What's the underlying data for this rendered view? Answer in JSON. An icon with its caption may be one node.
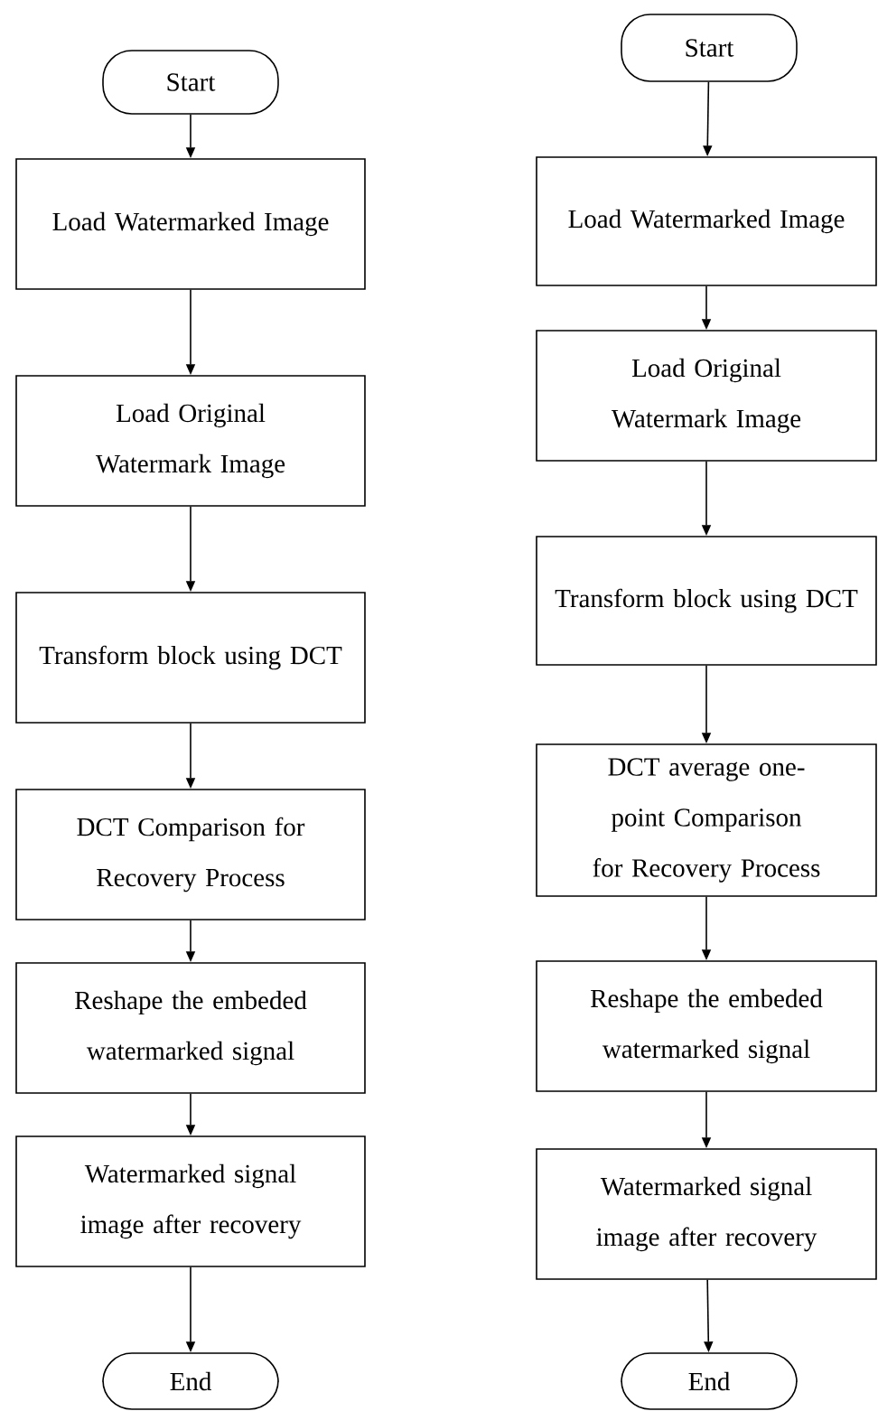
{
  "diagram": {
    "nodes": [
      {
        "text": [
          "Start"
        ]
      },
      {
        "text": [
          "Load Watermarked Image"
        ]
      },
      {
        "text": [
          "Load Original Watermark Image"
        ]
      },
      {
        "text": [
          "Transform block using DCT"
        ]
      },
      {
        "text": [
          "DCT Comparison for Recovery Process"
        ]
      },
      {
        "text": [
          "Reshape the embeded watermarked signal"
        ]
      },
      {
        "text": [
          "Watermarked signal image after recovery"
        ]
      },
      {
        "text": [
          "End"
        ]
      },
      {
        "text": [
          "Start"
        ]
      },
      {
        "text": [
          "Load Watermarked Image"
        ]
      },
      {
        "text": [
          "Load Original Watermark Image"
        ]
      },
      {
        "text": [
          "Transform block using DCT"
        ]
      },
      {
        "text": [
          "DCT average one-point Comparison for Recovery Process"
        ]
      },
      {
        "text": [
          "Reshape the embeded watermarked signal"
        ]
      },
      {
        "text": [
          "Watermarked signal image after recovery"
        ]
      },
      {
        "text": [
          "End"
        ]
      }
    ],
    "edges": [
      {
        "from": 0,
        "to": 1,
        "arrow": "to"
      },
      {
        "from": 1,
        "to": 2,
        "arrow": "to"
      },
      {
        "from": 2,
        "to": 3,
        "arrow": "to"
      },
      {
        "from": 3,
        "to": 4,
        "arrow": "to"
      },
      {
        "from": 4,
        "to": 5,
        "arrow": "to"
      },
      {
        "from": 5,
        "to": 6,
        "arrow": "to"
      },
      {
        "from": 6,
        "to": 7,
        "arrow": "to"
      },
      {
        "from": 8,
        "to": 9,
        "arrow": "to"
      },
      {
        "from": 9,
        "to": 10,
        "arrow": "to"
      },
      {
        "from": 10,
        "to": 11,
        "arrow": "to"
      },
      {
        "from": 11,
        "to": 12,
        "arrow": "to"
      },
      {
        "from": 12,
        "to": 13,
        "arrow": "to"
      },
      {
        "from": 13,
        "to": 14,
        "arrow": "to"
      },
      {
        "from": 14,
        "to": 15,
        "arrow": "to"
      }
    ]
  }
}
